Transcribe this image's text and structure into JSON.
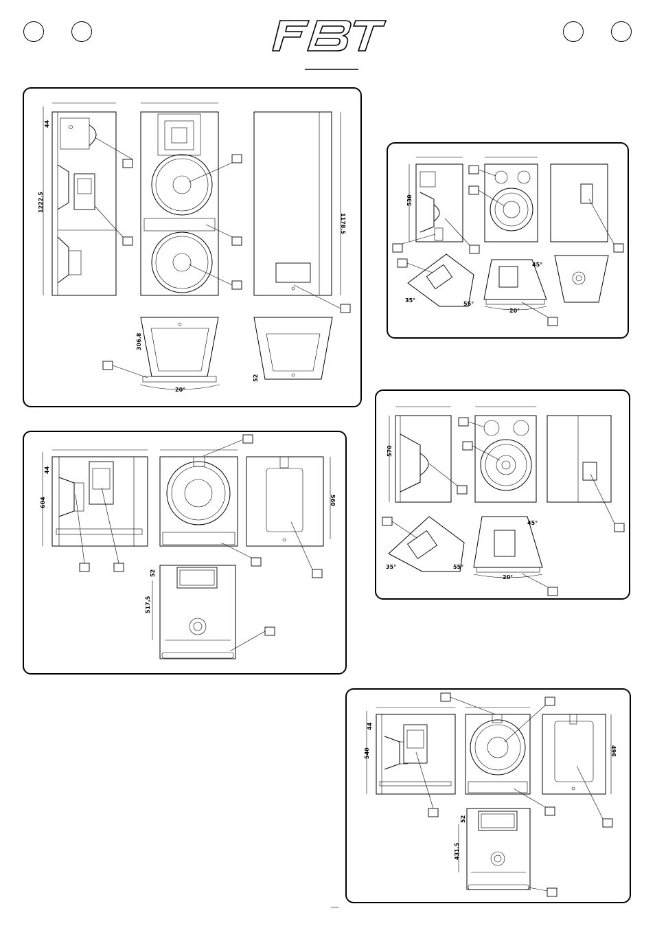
{
  "brand": {
    "logo_text": "FBT"
  },
  "panels": [
    {
      "id": "tower",
      "dims": [
        "44",
        "1222.5",
        "1178.5",
        "306.8",
        "52",
        "20°"
      ]
    },
    {
      "id": "monitor-small",
      "dims": [
        "530",
        "35°",
        "55°",
        "45°",
        "20°"
      ]
    },
    {
      "id": "monitor-large",
      "dims": [
        "570",
        "35°",
        "55°",
        "45°",
        "20°"
      ]
    },
    {
      "id": "sub-large",
      "dims": [
        "44",
        "604",
        "560",
        "52",
        "517,5"
      ]
    },
    {
      "id": "sub-small",
      "dims": [
        "44",
        "540",
        "496",
        "52",
        "431.5"
      ]
    }
  ]
}
